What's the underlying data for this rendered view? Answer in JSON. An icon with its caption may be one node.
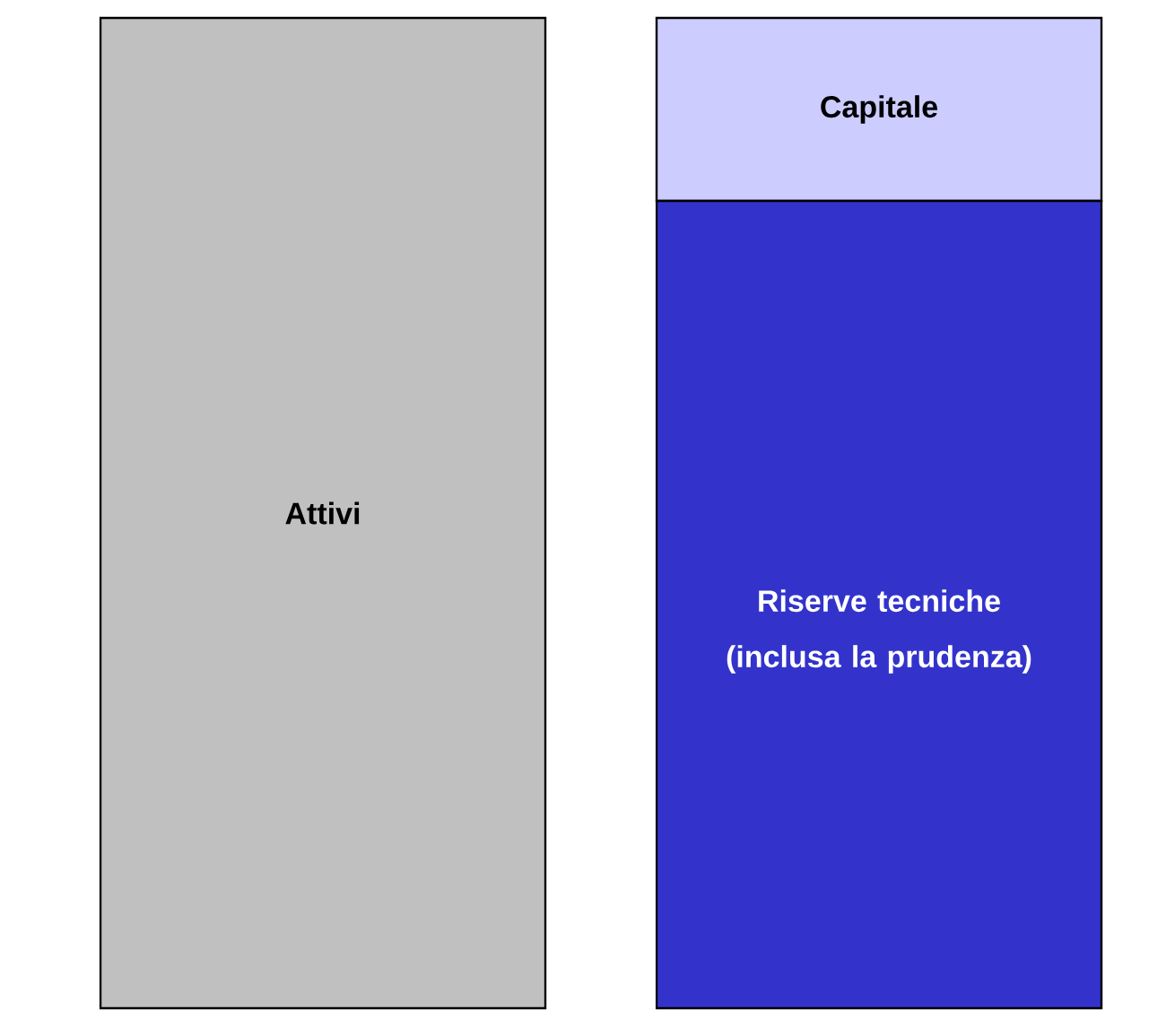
{
  "diagram": {
    "nodes": [
      {
        "text": [
          "Attivi"
        ]
      },
      {
        "text": [
          "Capitale"
        ]
      },
      {
        "text": [
          "Riserve tecniche",
          "(inclusa la prudenza)"
        ]
      }
    ]
  }
}
